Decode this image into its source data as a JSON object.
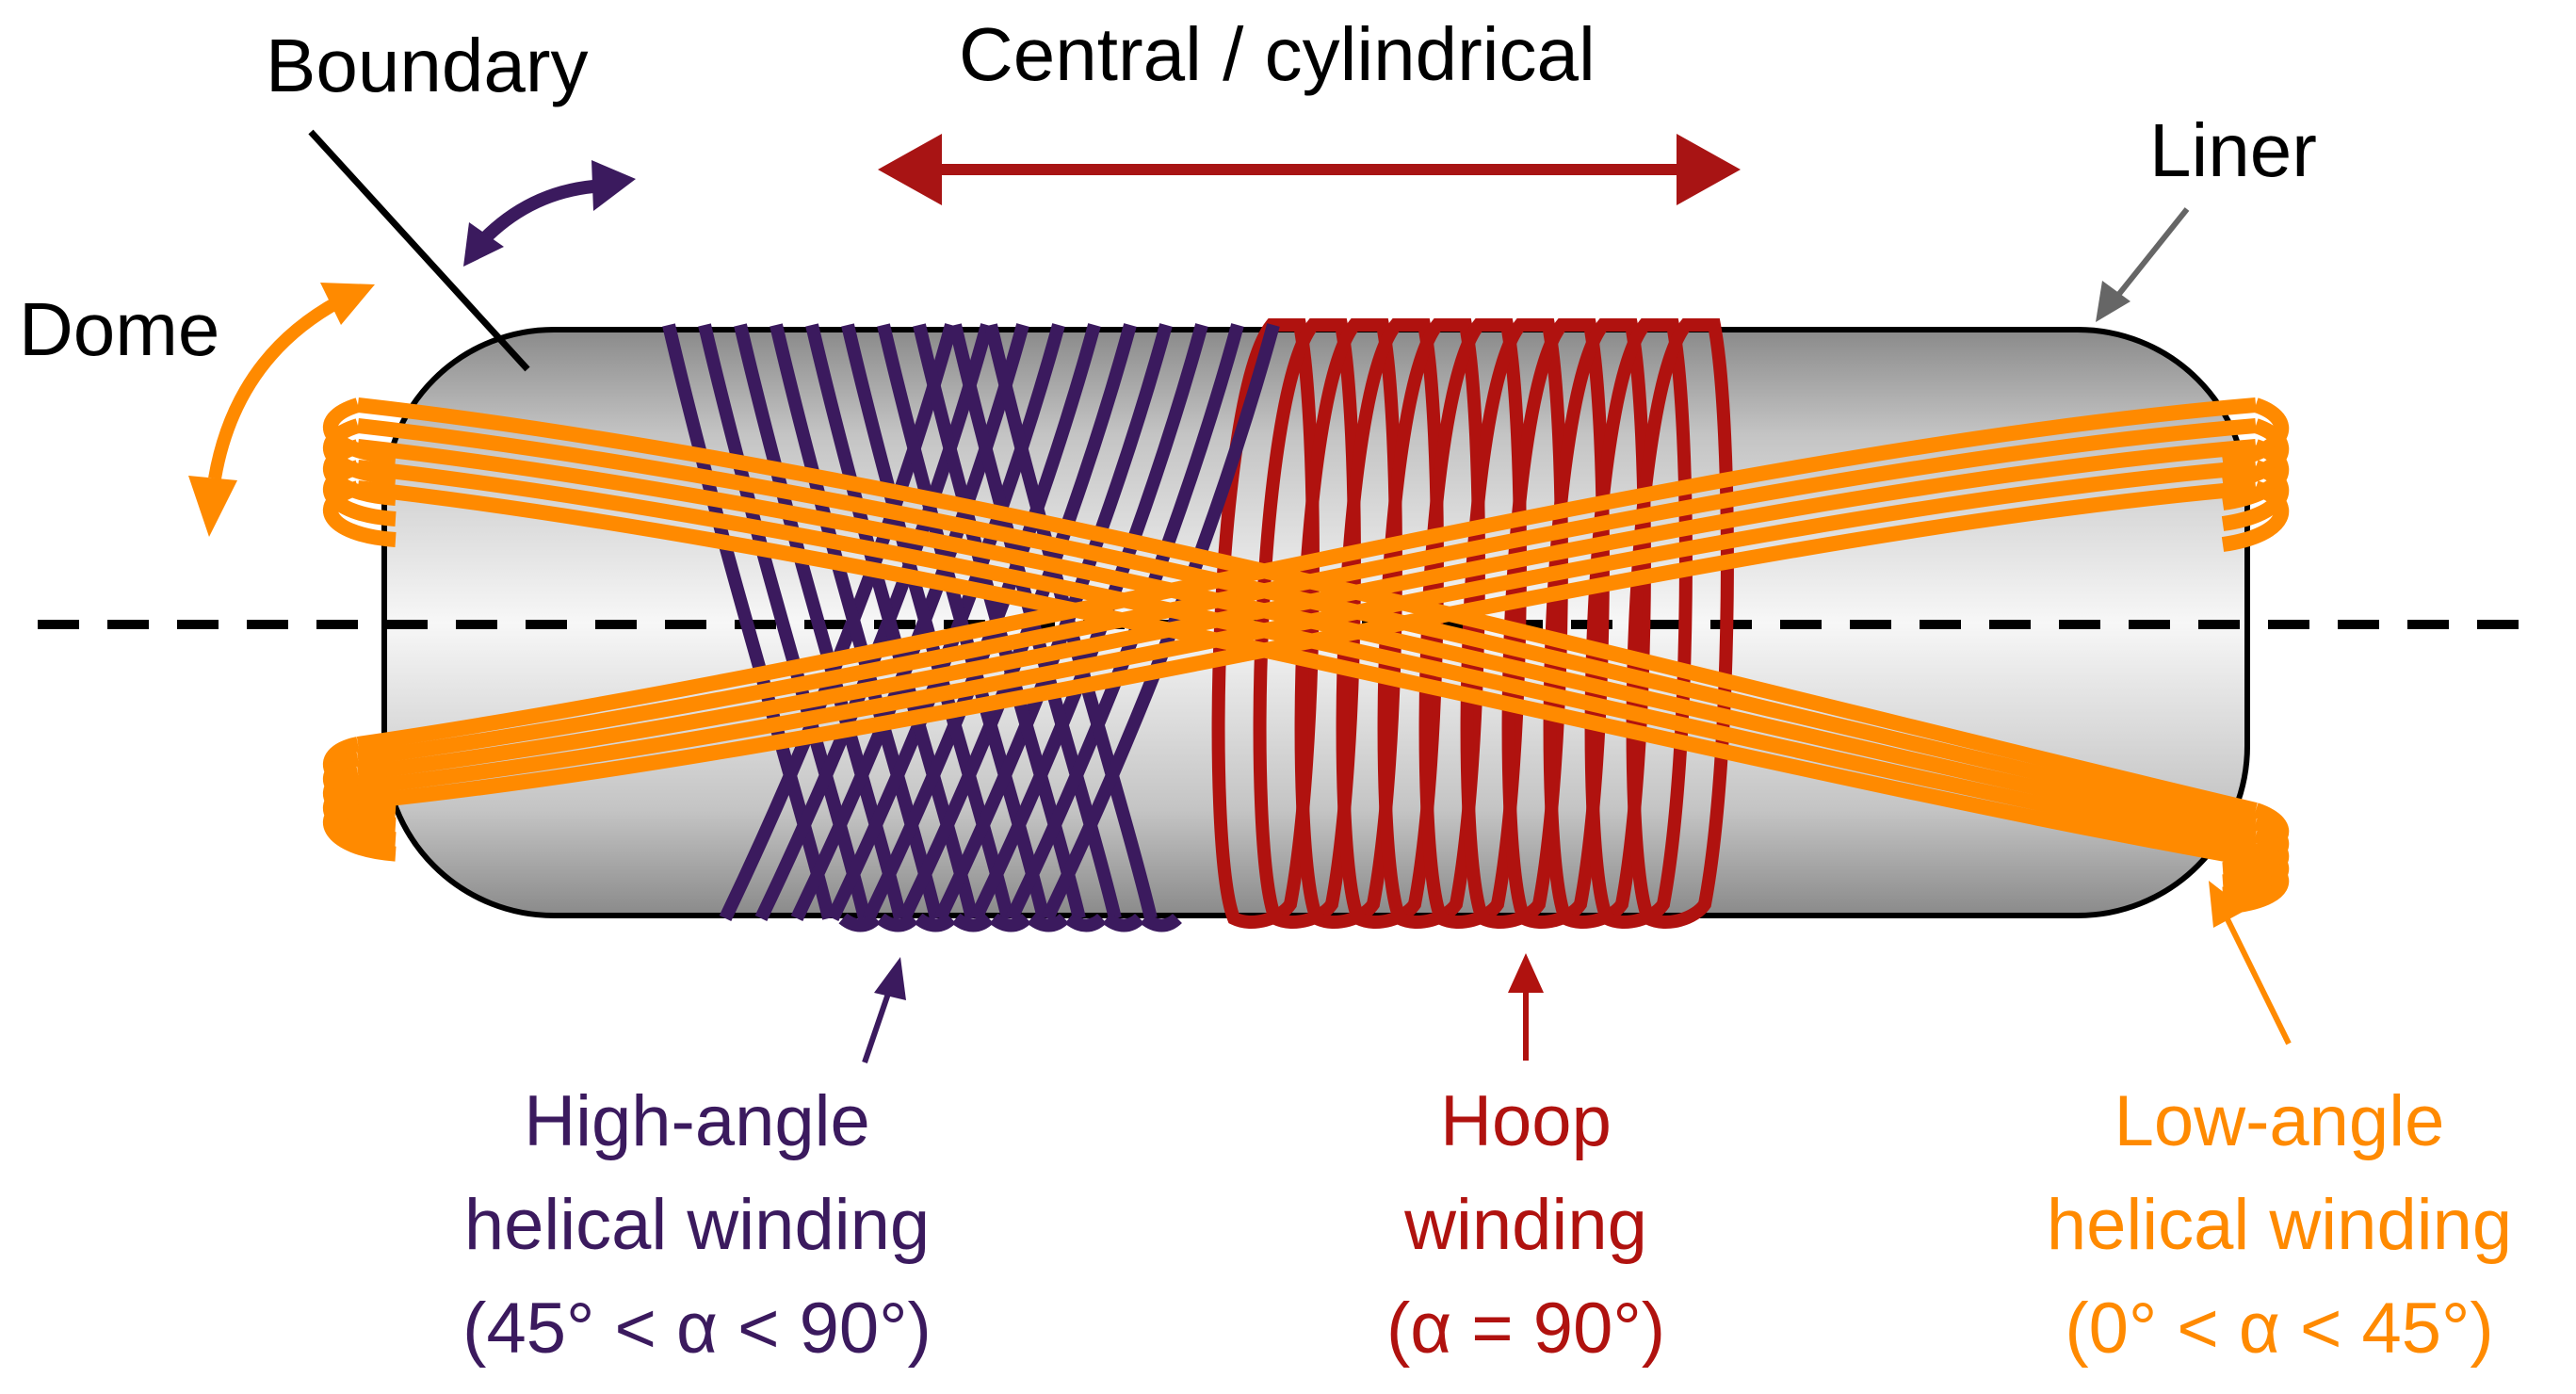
{
  "labels": {
    "boundary": "Boundary",
    "central": "Central / cylindrical",
    "liner": "Liner",
    "dome": "Dome"
  },
  "captions": {
    "high_angle": {
      "line1": "High-angle",
      "line2": "helical winding",
      "line3": "(45° < α < 90°)"
    },
    "hoop": {
      "line1": "Hoop",
      "line2": "winding",
      "line3": "(α = 90°)"
    },
    "low_angle": {
      "line1": "Low-angle",
      "line2": "helical winding",
      "line3": "(0° < α < 45°)"
    }
  },
  "colors": {
    "high_angle": "#3b1a5e",
    "hoop": "#b0120f",
    "low_angle": "#ff8a00",
    "central_arrow": "#a81414",
    "liner_arrow": "#666666",
    "text_black": "#000000"
  }
}
